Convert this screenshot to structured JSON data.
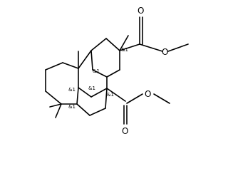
{
  "stereo_label": "&1",
  "oxygen_symbol": "O",
  "stereo_centers": [
    {
      "id": "c-quaternary-ester"
    },
    {
      "id": "c-ring-junction-top"
    },
    {
      "id": "c-ring-junction-methyl"
    },
    {
      "id": "c-ring-junction-h"
    },
    {
      "id": "c-ring-junction-ester"
    },
    {
      "id": "c-ring-junction-bottom"
    }
  ],
  "colors": {
    "bond": "#000000",
    "background": "#ffffff"
  }
}
